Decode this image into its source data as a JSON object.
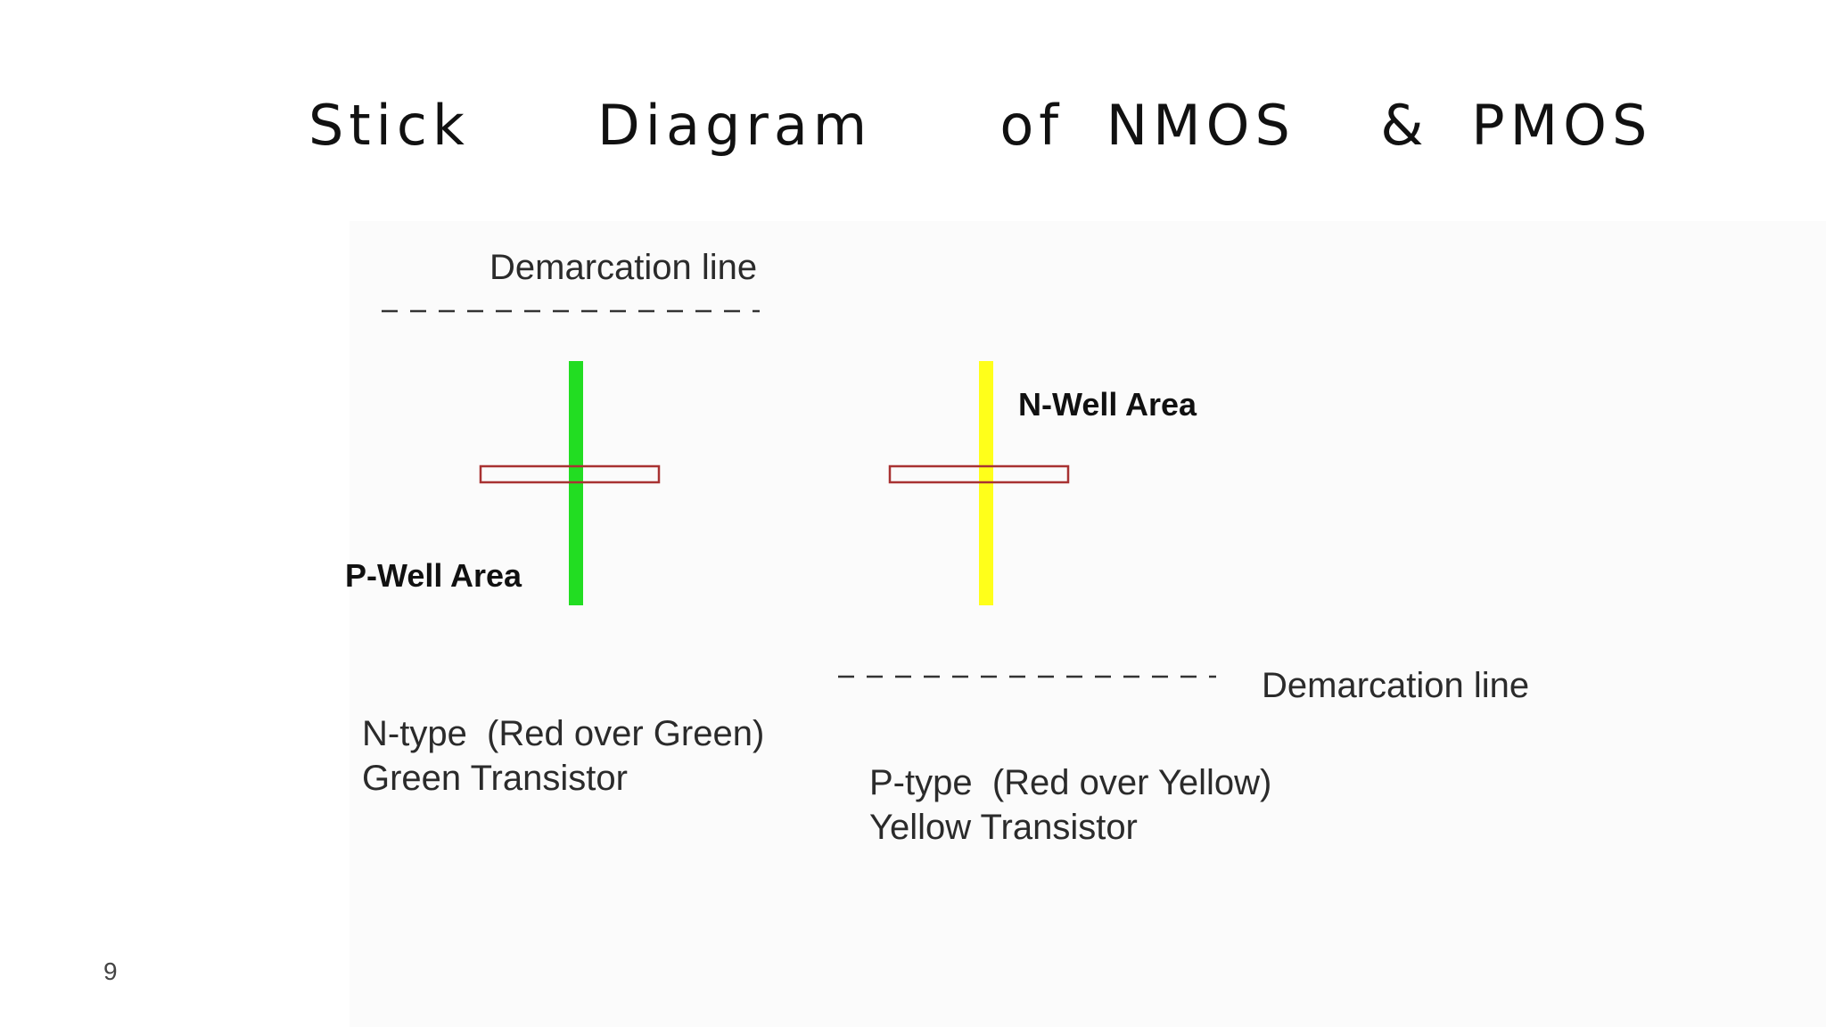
{
  "slide": {
    "title": "Stick   Diagram   of NMOS  & PMOS",
    "page_number": "9"
  },
  "diagram": {
    "demarcation_top_label": "Demarcation line",
    "demarcation_bottom_label": "Demarcation line",
    "nmos": {
      "area_label": "P-Well Area",
      "caption_line1": "N-type  (Red over Green)",
      "caption_line2": "Green Transistor",
      "diffusion_color": "#22dd22",
      "poly_color": "#a83232"
    },
    "pmos": {
      "area_label": "N-Well Area",
      "caption_line1": "P-type  (Red over Yellow)",
      "caption_line2": "Yellow Transistor",
      "diffusion_color": "#ffff1a",
      "poly_color": "#a83232"
    },
    "demarcation_color": "#333333"
  }
}
